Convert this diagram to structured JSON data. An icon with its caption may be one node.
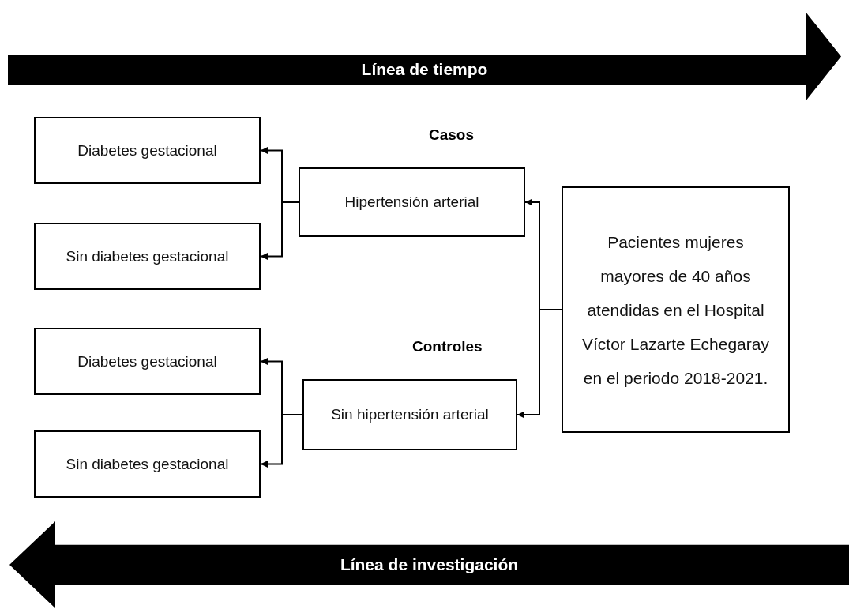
{
  "diagram": {
    "nodes": [
      {
        "text": [
          "Línea de tiempo"
        ]
      },
      {
        "text": [
          "Diabetes gestacional"
        ]
      },
      {
        "text": [
          "Hipertensión arterial"
        ],
        "beside": [
          "Casos"
        ]
      },
      {
        "text": [
          "Pacientes mujeres mayores de 40 años atendidas en el Hospital Víctor Lazarte Echegaray en el periodo 2018-2021."
        ]
      },
      {
        "text": [
          "Sin diabetes gestacional"
        ]
      },
      {
        "text": [
          "Diabetes gestacional"
        ]
      },
      {
        "text": [
          "Sin hipertensión arterial"
        ],
        "beside": [
          "Controles"
        ]
      },
      {
        "text": [
          "Sin diabetes gestacional"
        ]
      },
      {
        "text": [
          "Línea de investigación"
        ]
      }
    ],
    "edges": [
      {
        "from": 3,
        "to": 2,
        "arrow": "to"
      },
      {
        "from": 3,
        "to": 6,
        "arrow": "to"
      },
      {
        "from": 2,
        "to": 1,
        "arrow": "to"
      },
      {
        "from": 2,
        "to": 4,
        "arrow": "to"
      },
      {
        "from": 6,
        "to": 5,
        "arrow": "to"
      },
      {
        "from": 6,
        "to": 7,
        "arrow": "to"
      }
    ]
  }
}
